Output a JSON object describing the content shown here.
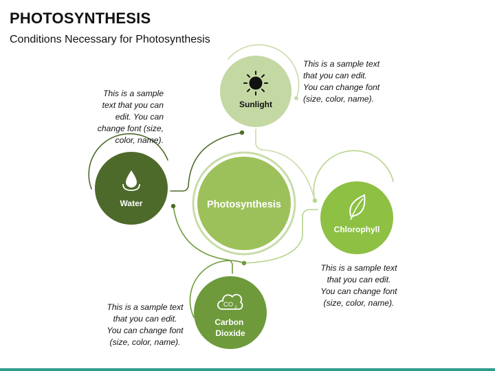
{
  "header": {
    "title": "PHOTOSYNTHESIS",
    "subtitle": "Conditions Necessary for Photosynthesis"
  },
  "center": {
    "label": "Photosynthesis"
  },
  "nodes": [
    {
      "id": "sunlight",
      "label": "Sunlight",
      "icon": "sun-icon"
    },
    {
      "id": "chlorophyll",
      "label": "Chlorophyll",
      "icon": "leaf-icon"
    },
    {
      "id": "carbon",
      "label": "Carbon\nDioxide",
      "icon": "co2-cloud-icon",
      "icon_text": "CO",
      "icon_sub": "2"
    },
    {
      "id": "water",
      "label": "Water",
      "icon": "water-drop-icon"
    }
  ],
  "notes": {
    "sunlight": "This is a sample text\nthat you can edit.\nYou can change font\n(size, color, name).",
    "water": "This is a sample\ntext that you can\nedit. You can\nchange font (size,\ncolor, name).",
    "chlorophyll": "This is a sample text\nthat you can edit.\nYou can change font\n(size, color, name).",
    "carbon": "This is a sample text\nthat you can edit.\nYou can change font\n(size, color, name)."
  },
  "colors": {
    "sunlight": "#c4d8a4",
    "chlorophyll": "#8dc043",
    "carbon": "#6e9a3c",
    "water": "#4e6a2a",
    "center_fill": "#9dc15a",
    "center_ring": "#c8dca8",
    "connector": "#4e6a2a",
    "bottom_bar": "#2e9c8a"
  }
}
